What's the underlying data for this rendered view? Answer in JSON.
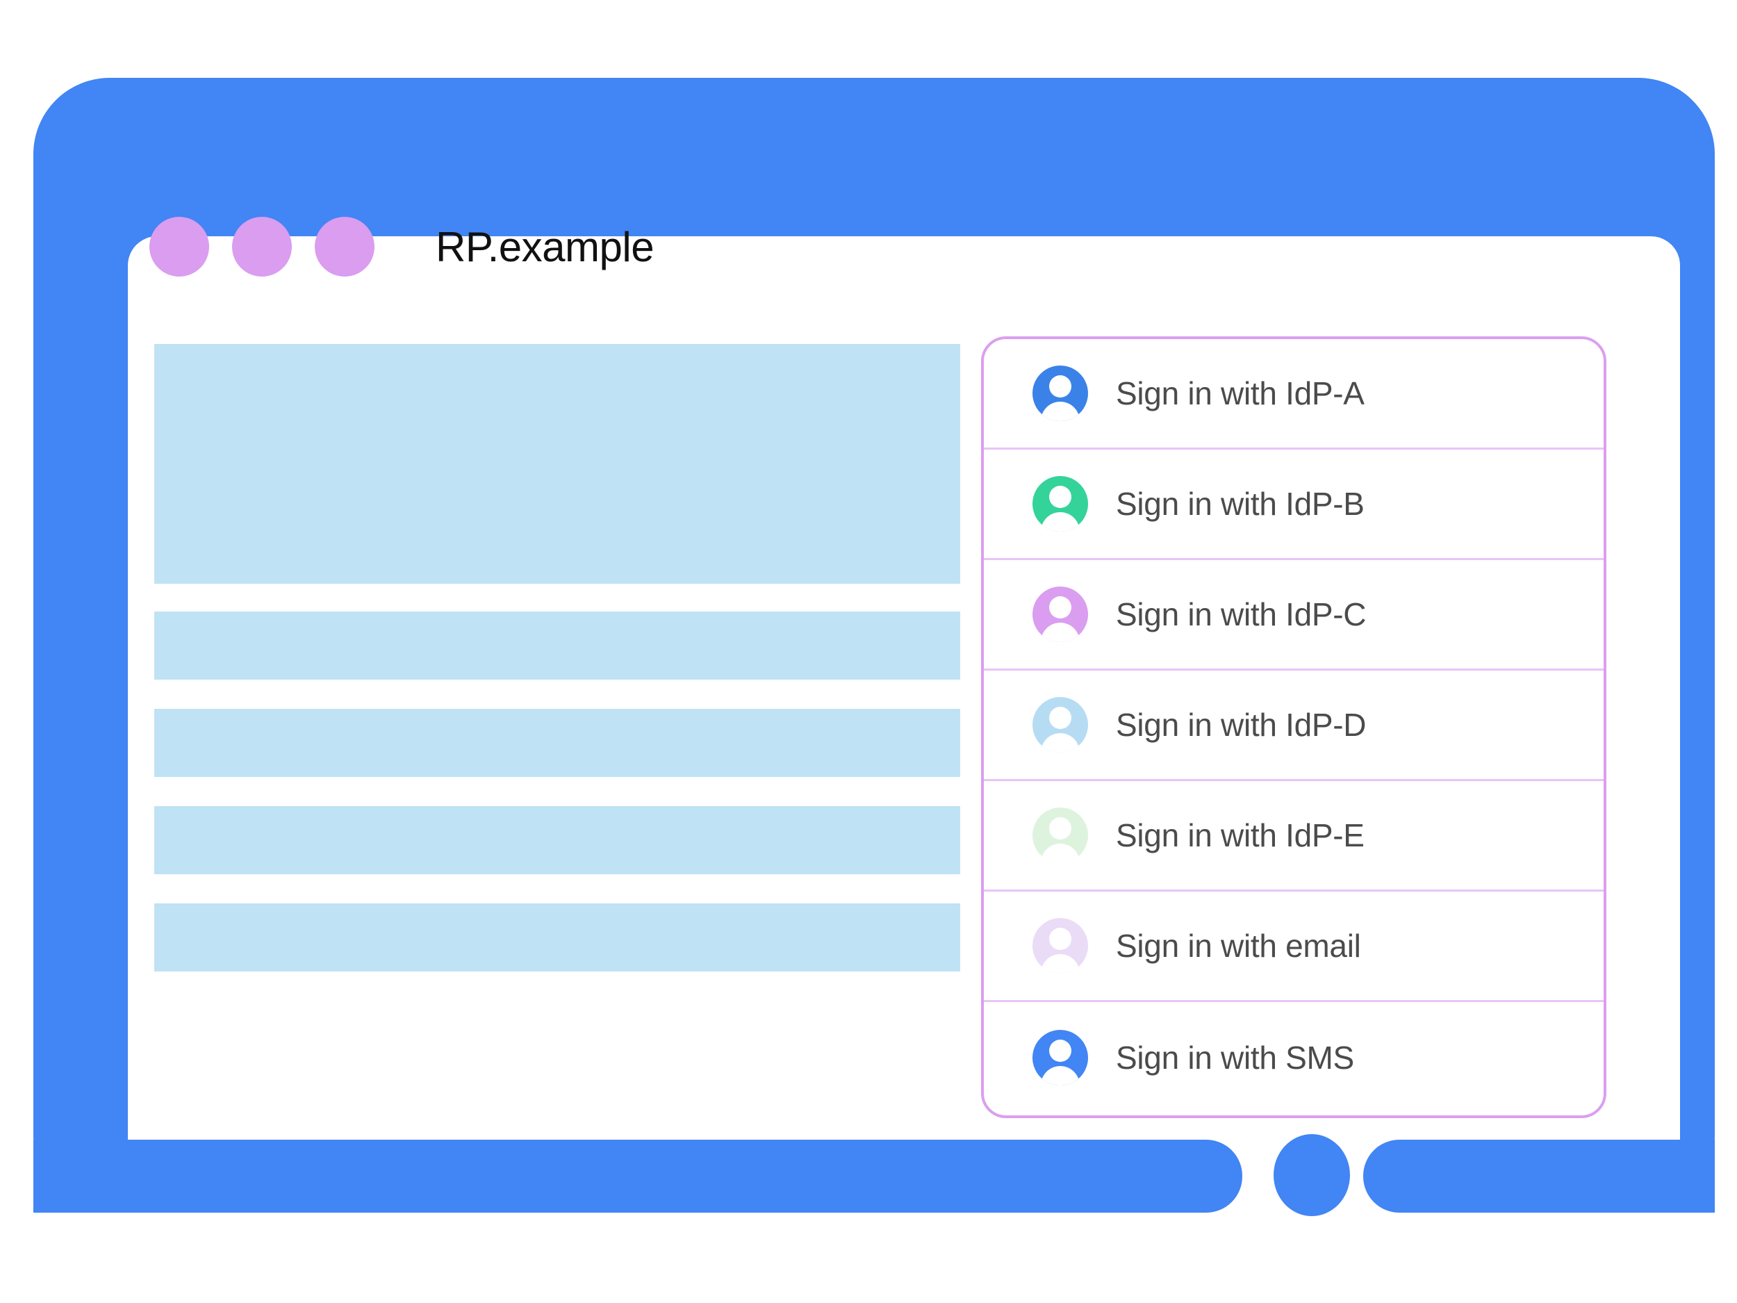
{
  "window": {
    "title": "RP.example",
    "dot_count": 3,
    "dot_color": "#DA9DF0",
    "frame_color": "#4285F4",
    "screen_color": "#FFFFFF"
  },
  "content": {
    "placeholder_color": "#BFE2F5",
    "blocks": [
      {
        "name": "hero-placeholder",
        "kind": "hero"
      },
      {
        "name": "text-line-placeholder-1",
        "kind": "bar"
      },
      {
        "name": "text-line-placeholder-2",
        "kind": "bar"
      },
      {
        "name": "text-line-placeholder-3",
        "kind": "bar"
      },
      {
        "name": "text-line-placeholder-4",
        "kind": "bar"
      }
    ]
  },
  "signin_panel": {
    "border_color": "#DB9EF0",
    "divider_color": "#E9C4F6",
    "label_color": "#4B4B4B",
    "options": [
      {
        "label": "Sign in with IdP-A",
        "icon": "account-avatar-icon",
        "avatar_color": "#3B82E8"
      },
      {
        "label": "Sign in with IdP-B",
        "icon": "account-avatar-icon",
        "avatar_color": "#34D399"
      },
      {
        "label": "Sign in with IdP-C",
        "icon": "account-avatar-icon",
        "avatar_color": "#DA9DF0"
      },
      {
        "label": "Sign in with IdP-D",
        "icon": "account-avatar-icon",
        "avatar_color": "#B6DCF3"
      },
      {
        "label": "Sign in with IdP-E",
        "icon": "account-avatar-icon",
        "avatar_color": "#DEF3DE"
      },
      {
        "label": "Sign in with email",
        "icon": "account-avatar-icon",
        "avatar_color": "#EADCF7"
      },
      {
        "label": "Sign in with SMS",
        "icon": "account-avatar-icon",
        "avatar_color": "#4285F4"
      }
    ]
  }
}
